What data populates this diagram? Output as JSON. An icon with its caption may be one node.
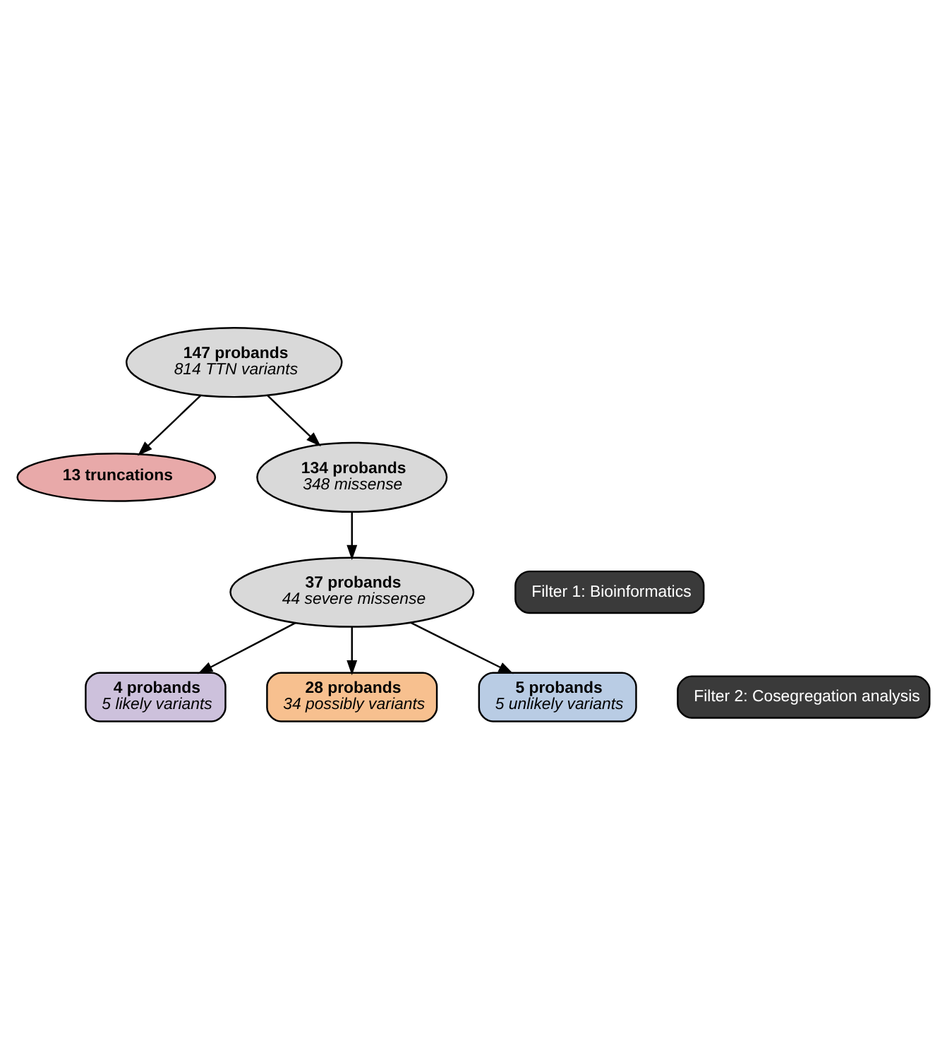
{
  "diagram": {
    "nodes": [
      {
        "text": [
          "147 probands",
          "814 TTN variants"
        ]
      },
      {
        "text": [
          "13 truncations"
        ]
      },
      {
        "text": [
          "134 probands",
          "348 missense"
        ]
      },
      {
        "text": [
          "Filter 1: Bioinformatics"
        ]
      },
      {
        "text": [
          "37 probands",
          "44 severe missense"
        ]
      },
      {
        "text": [
          "Filter 2: Cosegregation analysis"
        ]
      },
      {
        "text": [
          "4 probands",
          "5 likely variants"
        ]
      },
      {
        "text": [
          "28 probands",
          "34 possibly variants"
        ]
      },
      {
        "text": [
          "5 probands",
          "5 unlikely variants"
        ]
      }
    ],
    "edges": [
      {
        "from": 0,
        "to": 1,
        "arrow": "to"
      },
      {
        "from": 0,
        "to": 2,
        "arrow": "to"
      },
      {
        "from": 2,
        "to": 4,
        "arrow": "to"
      },
      {
        "from": 4,
        "to": 6,
        "arrow": "to"
      },
      {
        "from": 4,
        "to": 7,
        "arrow": "to"
      },
      {
        "from": 4,
        "to": 8,
        "arrow": "to"
      }
    ]
  }
}
